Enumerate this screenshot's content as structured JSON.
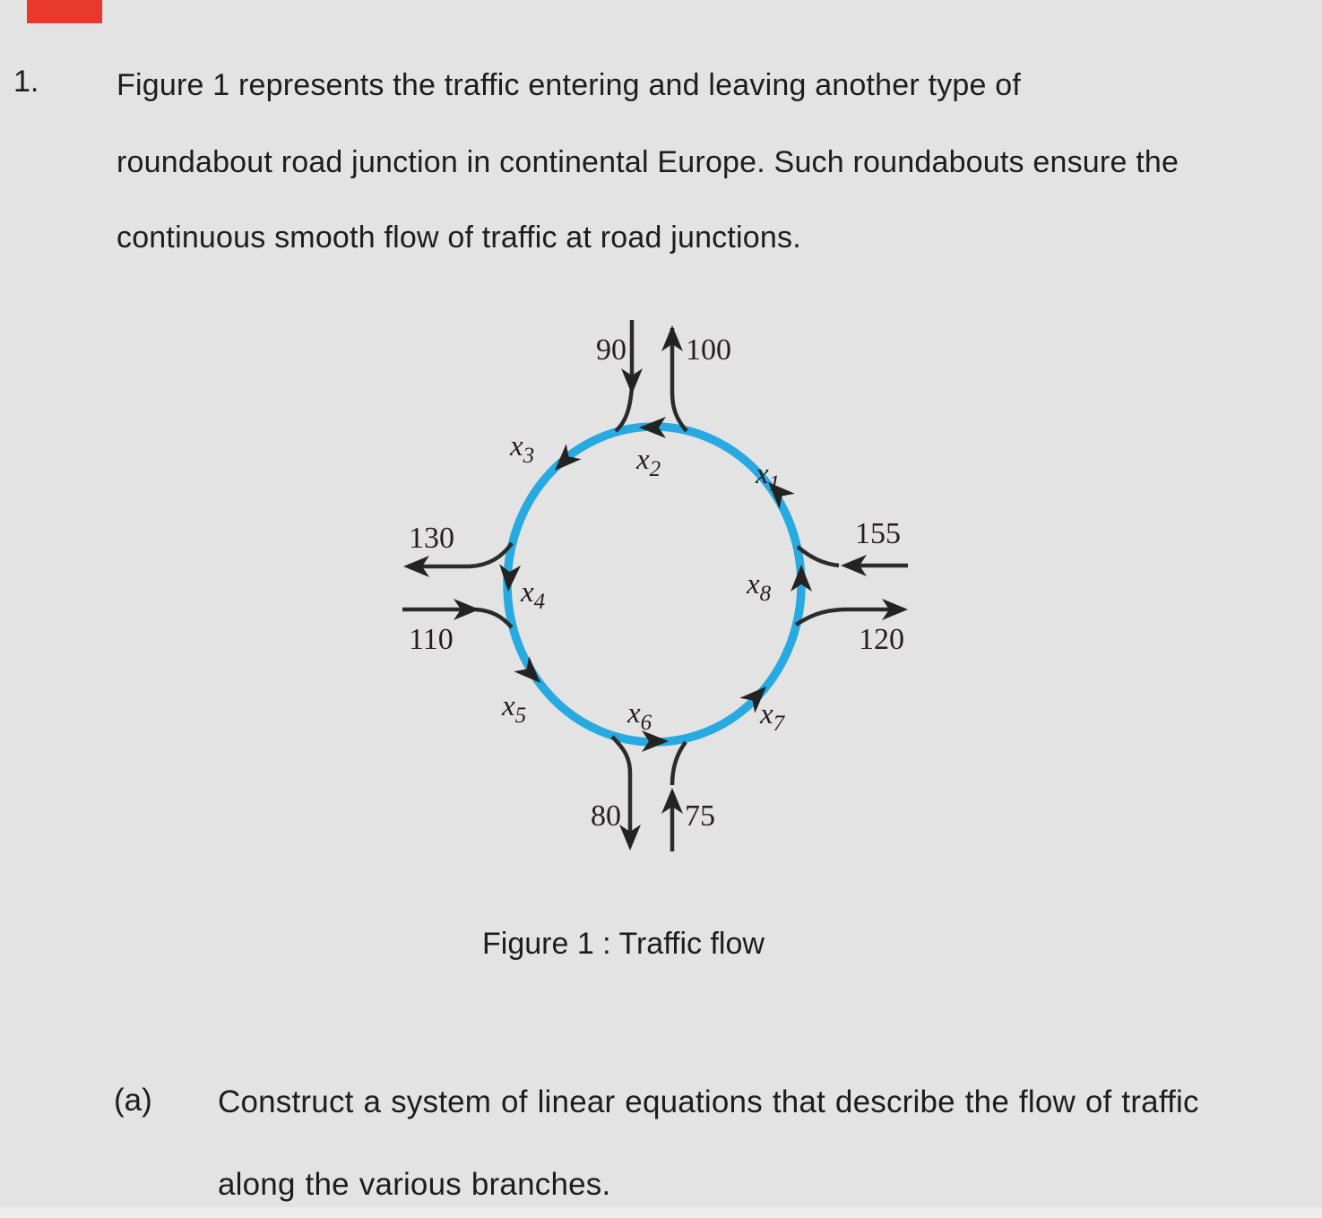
{
  "page": {
    "background_color": "#e4e3e4",
    "red_mark_color": "#e8392c"
  },
  "problem": {
    "number": "1.",
    "lines": [
      "Figure 1 represents the traffic entering and leaving another type of",
      "roundabout road junction in continental Europe. Such roundabouts ensure the",
      "continuous smooth flow of traffic at road junctions."
    ]
  },
  "figure": {
    "caption": "Figure 1 : Traffic flow",
    "roundabout_color": "#27a9e1",
    "road_color": "#2b2b2b",
    "flows": {
      "top_in": "90",
      "top_out": "100",
      "left_out": "130",
      "left_in": "110",
      "right_in": "155",
      "right_out": "120",
      "bottom_out": "80",
      "bottom_in": "75"
    },
    "branches": [
      {
        "base": "x",
        "sub": "1"
      },
      {
        "base": "x",
        "sub": "2"
      },
      {
        "base": "x",
        "sub": "3"
      },
      {
        "base": "x",
        "sub": "4"
      },
      {
        "base": "x",
        "sub": "5"
      },
      {
        "base": "x",
        "sub": "6"
      },
      {
        "base": "x",
        "sub": "7"
      },
      {
        "base": "x",
        "sub": "8"
      }
    ]
  },
  "question": {
    "part_label": "(a)",
    "lines": [
      "Construct a system of linear equations that describe the flow of traffic",
      "along the various branches."
    ]
  }
}
